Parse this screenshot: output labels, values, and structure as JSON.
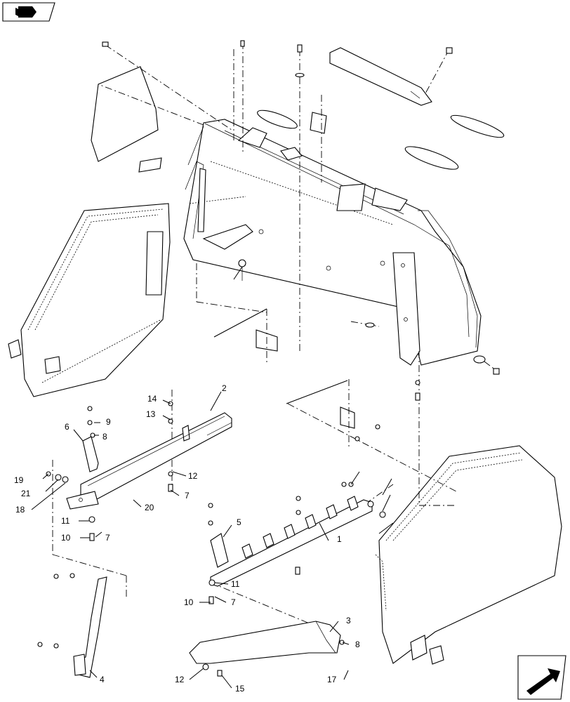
{
  "diagram": {
    "kind": "exploded parts assembly",
    "icons": {
      "top_left": "book-reference-icon",
      "bottom_right": "arrow-navigation-icon"
    },
    "callouts": {
      "c1": "1",
      "c2": "2",
      "c3": "3",
      "c4": "4",
      "c5": "5",
      "c6": "6",
      "c7a": "7",
      "c7b": "7",
      "c7c": "7",
      "c8a": "8",
      "c8b": "8",
      "c9": "9",
      "c10a": "10",
      "c10b": "10",
      "c11a": "11",
      "c11b": "11",
      "c12a": "12",
      "c12b": "12",
      "c13": "13",
      "c14": "14",
      "c15": "15",
      "c17": "17",
      "c18": "18",
      "c19": "19",
      "c20": "20",
      "c21": "21"
    }
  }
}
